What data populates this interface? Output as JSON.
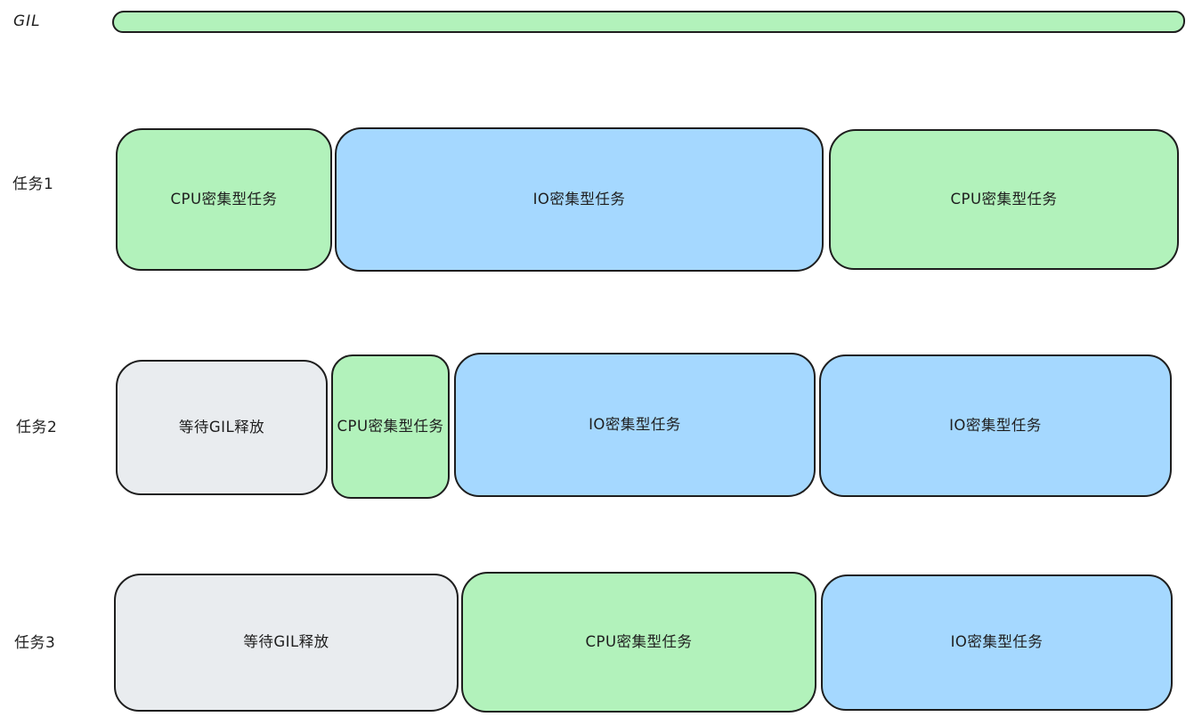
{
  "palette": {
    "cpu_green": "#b2f2bb",
    "io_blue": "#a5d8ff",
    "wait_gray": "#e9ecef",
    "stroke": "#1e1e1e",
    "background": "#ffffff"
  },
  "gil": {
    "label": "GIL"
  },
  "legend_semantics": {
    "cpu": "CPU密集型任务",
    "io": "IO密集型任务",
    "wait": "等待GIL释放"
  },
  "rows": [
    {
      "label": "任务1",
      "segments": [
        {
          "type": "cpu",
          "text": "CPU密集型任务"
        },
        {
          "type": "io",
          "text": "IO密集型任务"
        },
        {
          "type": "cpu",
          "text": "CPU密集型任务"
        }
      ]
    },
    {
      "label": "任务2",
      "segments": [
        {
          "type": "wait",
          "text": "等待GIL释放"
        },
        {
          "type": "cpu",
          "text": "CPU密集型任务"
        },
        {
          "type": "io",
          "text": "IO密集型任务"
        },
        {
          "type": "io",
          "text": "IO密集型任务"
        }
      ]
    },
    {
      "label": "任务3",
      "segments": [
        {
          "type": "wait",
          "text": "等待GIL释放"
        },
        {
          "type": "cpu",
          "text": "CPU密集型任务"
        },
        {
          "type": "io",
          "text": "IO密集型任务"
        }
      ]
    }
  ]
}
